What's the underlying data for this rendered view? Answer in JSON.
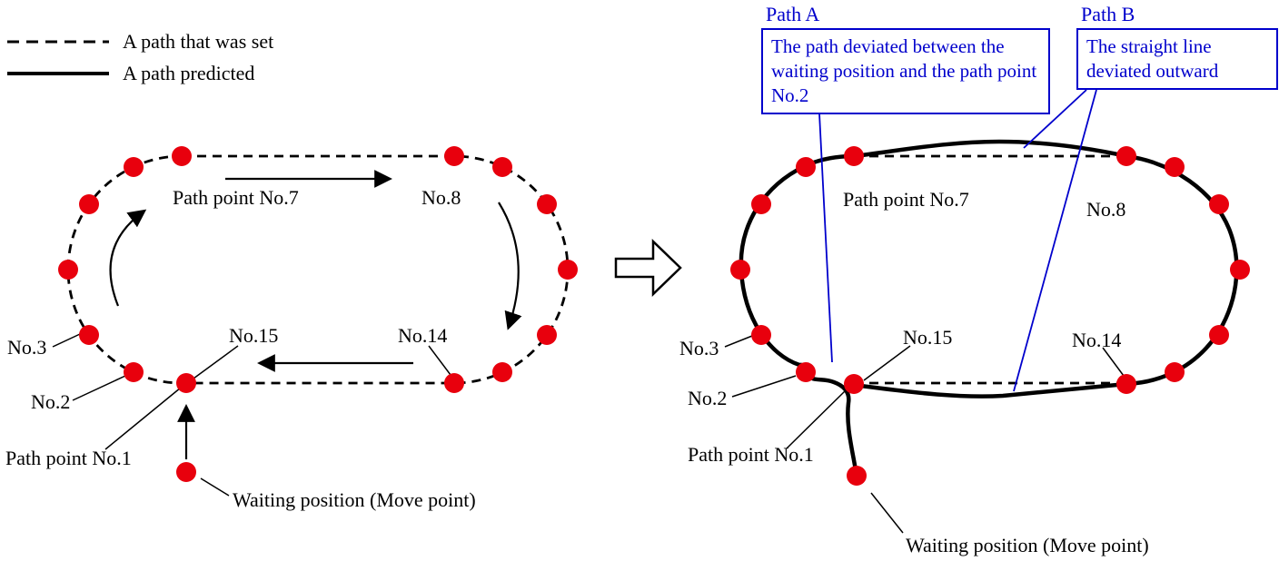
{
  "colors": {
    "dot_red": "#e8000d",
    "annotation_blue": "#0000cc",
    "line_black": "#000000",
    "background": "#ffffff"
  },
  "legend": {
    "set_path": "A path that was set",
    "predicted_path": "A path predicted"
  },
  "left_diagram": {
    "labels": {
      "point7": "Path point No.7",
      "point8": "No.8",
      "point3": "No.3",
      "point2": "No.2",
      "point15": "No.15",
      "point14": "No.14",
      "point1": "Path point No.1",
      "waiting": "Waiting position (Move point)"
    }
  },
  "right_diagram": {
    "labels": {
      "point7": "Path point No.7",
      "point8": "No.8",
      "point3": "No.3",
      "point2": "No.2",
      "point15": "No.15",
      "point14": "No.14",
      "point1": "Path point No.1",
      "waiting": "Waiting position (Move point)"
    },
    "annotations": {
      "path_a_title": "Path A",
      "path_a_body": "The path deviated between the waiting position and the path point No.2",
      "path_b_title": "Path B",
      "path_b_body": "The straight line deviated outward"
    }
  }
}
